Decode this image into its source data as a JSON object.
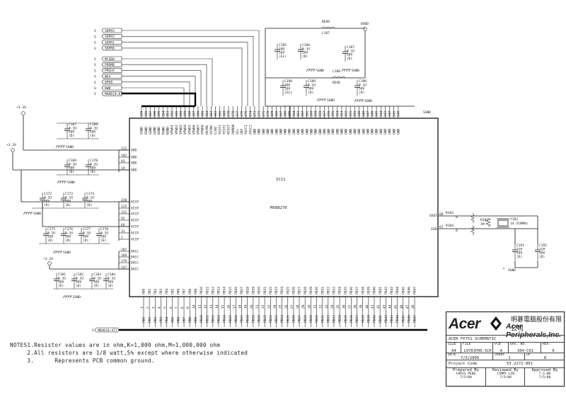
{
  "chip": {
    "ref": "IC11",
    "part": "MX88270",
    "top_pins": [
      {
        "num": "199",
        "name": "VGND"
      },
      {
        "num": "200",
        "name": "RGND"
      },
      {
        "num": "197",
        "name": "GGND"
      },
      {
        "num": "196",
        "name": "GGND"
      },
      {
        "num": "195",
        "name": "BGND"
      },
      {
        "num": "194",
        "name": "RGND"
      },
      {
        "num": "193",
        "name": "BGND"
      },
      {
        "num": "192",
        "name": "VPWD1"
      },
      {
        "num": "191",
        "name": "VPWD2"
      },
      {
        "num": "190",
        "name": "VPWD3"
      },
      {
        "num": "189",
        "name": "VPWD4"
      },
      {
        "num": "188",
        "name": "VPWD5"
      },
      {
        "num": "187",
        "name": "VPWD6"
      },
      {
        "num": "186",
        "name": "VPWD7"
      },
      {
        "num": "185",
        "name": "VPWD8"
      },
      {
        "num": "184",
        "name": "HSYNC"
      },
      {
        "num": "183",
        "name": "VSYNC"
      },
      {
        "num": "182",
        "name": "CLKO"
      },
      {
        "num": "181",
        "name": "TEST1"
      },
      {
        "num": "180",
        "name": "TEST2"
      },
      {
        "num": "179",
        "name": "RESET"
      },
      {
        "num": "178",
        "name": "PWRDN"
      },
      {
        "num": "177",
        "name": "SCL"
      },
      {
        "num": "176",
        "name": "SDA"
      },
      {
        "num": "175",
        "name": "AVCC1"
      },
      {
        "num": "174",
        "name": "AVCC2"
      },
      {
        "num": "173",
        "name": "GND"
      },
      {
        "num": "172",
        "name": "GND"
      },
      {
        "num": "171",
        "name": "GND"
      },
      {
        "num": "170",
        "name": "GND"
      },
      {
        "num": "169",
        "name": "GND"
      },
      {
        "num": "168",
        "name": "GND"
      },
      {
        "num": "167",
        "name": "GND"
      },
      {
        "num": "166",
        "name": "GND"
      },
      {
        "num": "165",
        "name": "GND"
      },
      {
        "num": "164",
        "name": "GND"
      },
      {
        "num": "163",
        "name": "GND"
      },
      {
        "num": "162",
        "name": "GND"
      },
      {
        "num": "161",
        "name": "GND"
      },
      {
        "num": "160",
        "name": "GND"
      },
      {
        "num": "159",
        "name": "GND"
      },
      {
        "num": "158",
        "name": "GND"
      },
      {
        "num": "157",
        "name": "GND"
      },
      {
        "num": "156",
        "name": "GND"
      },
      {
        "num": "155",
        "name": "GND"
      },
      {
        "num": "154",
        "name": "GND"
      },
      {
        "num": "153",
        "name": "GND"
      },
      {
        "num": "152",
        "name": "GND"
      },
      {
        "num": "151",
        "name": "GND"
      },
      {
        "num": "150",
        "name": "GND"
      },
      {
        "num": "149",
        "name": "GND"
      },
      {
        "num": "148",
        "name": "GND"
      },
      {
        "num": "147",
        "name": "GND"
      },
      {
        "num": "146",
        "name": "GND"
      },
      {
        "num": "145",
        "name": "GND"
      },
      {
        "num": "144",
        "name": "GND"
      },
      {
        "num": "143",
        "name": "GND"
      },
      {
        "num": "142",
        "name": "GND"
      },
      {
        "num": "141",
        "name": "GND"
      },
      {
        "num": "140",
        "name": "GND"
      }
    ],
    "bottom_pins": [
      {
        "num": "1",
        "name": "PD0"
      },
      {
        "num": "2",
        "name": "PD1"
      },
      {
        "num": "3",
        "name": "PD2"
      },
      {
        "num": "4",
        "name": "PD3"
      },
      {
        "num": "5",
        "name": "PD4"
      },
      {
        "num": "6",
        "name": "PD5"
      },
      {
        "num": "7",
        "name": "PD6"
      },
      {
        "num": "8",
        "name": "PD7"
      },
      {
        "num": "9",
        "name": "PD8"
      },
      {
        "num": "10",
        "name": "PD9"
      },
      {
        "num": "11",
        "name": "PD10"
      },
      {
        "num": "12",
        "name": "PD11"
      },
      {
        "num": "13",
        "name": "PD12"
      },
      {
        "num": "14",
        "name": "PD13"
      },
      {
        "num": "15",
        "name": "PD14"
      },
      {
        "num": "16",
        "name": "PD15"
      },
      {
        "num": "17",
        "name": "PD16"
      },
      {
        "num": "18",
        "name": "PD17"
      },
      {
        "num": "19",
        "name": "PD18"
      },
      {
        "num": "20",
        "name": "PD19"
      },
      {
        "num": "21",
        "name": "PD20"
      },
      {
        "num": "22",
        "name": "PD21"
      },
      {
        "num": "23",
        "name": "PD22"
      },
      {
        "num": "24",
        "name": "PD23"
      },
      {
        "num": "25",
        "name": "PD24"
      },
      {
        "num": "26",
        "name": "PD25"
      },
      {
        "num": "27",
        "name": "PD26"
      },
      {
        "num": "28",
        "name": "PD27"
      },
      {
        "num": "29",
        "name": "PD28"
      },
      {
        "num": "30",
        "name": "PD29"
      },
      {
        "num": "31",
        "name": "PD30"
      },
      {
        "num": "32",
        "name": "PD31"
      },
      {
        "num": "33",
        "name": "PD32"
      },
      {
        "num": "34",
        "name": "PD33"
      },
      {
        "num": "35",
        "name": "PD34"
      },
      {
        "num": "36",
        "name": "PD35"
      },
      {
        "num": "37",
        "name": "PD36"
      },
      {
        "num": "38",
        "name": "PD37"
      },
      {
        "num": "39",
        "name": "PD38"
      },
      {
        "num": "40",
        "name": "PD39"
      },
      {
        "num": "41",
        "name": "PD40"
      },
      {
        "num": "42",
        "name": "PD41"
      },
      {
        "num": "43",
        "name": "PD42"
      },
      {
        "num": "44",
        "name": "PD43"
      },
      {
        "num": "45",
        "name": "PD44"
      },
      {
        "num": "46",
        "name": "PD45"
      },
      {
        "num": "47",
        "name": "PD46"
      },
      {
        "num": "48",
        "name": "PD47"
      }
    ],
    "left_pins": [
      {
        "num": "212",
        "name": "VDD"
      },
      {
        "num": "182",
        "name": "VDD"
      },
      {
        "num": "83",
        "name": "VDD"
      },
      {
        "num": "19",
        "name": "VDD"
      },
      {
        "num": "220",
        "name": "VCCP"
      },
      {
        "num": "125",
        "name": "VCCP"
      },
      {
        "num": "121",
        "name": "VCCP"
      },
      {
        "num": "92",
        "name": "VCCP"
      },
      {
        "num": "64",
        "name": "VCCP"
      },
      {
        "num": "31",
        "name": "VCCP"
      },
      {
        "num": "1",
        "name": "VCCP"
      },
      {
        "num": "207",
        "name": "DVCC"
      },
      {
        "num": "166",
        "name": "DVCC"
      },
      {
        "num": "179",
        "name": "DVCC"
      },
      {
        "num": "147",
        "name": "DVCC"
      }
    ],
    "right_pins": [
      {
        "num": "68",
        "name": "XOUT"
      },
      {
        "num": "67",
        "name": "XIN"
      }
    ]
  },
  "connectors": {
    "top_group": [
      "SDPR3",
      "SDPR2",
      "SDPR1",
      "SDPR0"
    ],
    "mid_group": [
      "MCSB0",
      "PROMB",
      "PROLK",
      "WE4",
      "OPEB",
      "RWB",
      "MADB[0:8]"
    ],
    "bottom_bus": "MDAB[0:47]",
    "suffix": "S"
  },
  "power": {
    "rail_33": "+3.3V",
    "rail_33b": "+3.3V",
    "rail_33c": "+3.3V",
    "rail_vdd": "DVDD",
    "gnd": "SGND"
  },
  "caps_row1": [
    {
      "ref": "C167",
      "lines": [
        "0.1U",
        "50V",
        "(D)"
      ]
    },
    {
      "ref": "C168",
      "lines": [
        "0.1U",
        "50V",
        "(D)"
      ]
    }
  ],
  "caps_row2": [
    {
      "ref": "C169",
      "lines": [
        "0.1U",
        "50V",
        "(D)"
      ]
    },
    {
      "ref": "C170",
      "lines": [
        "0.1U",
        "50V",
        "(D)"
      ]
    }
  ],
  "caps_row3": [
    {
      "ref": "C172",
      "lines": [
        "0.1U",
        "50V",
        "(D)"
      ]
    },
    {
      "ref": "C173",
      "lines": [
        "0.1U",
        "50V",
        "(D)"
      ]
    },
    {
      "ref": "C174",
      "lines": [
        "0.1U",
        "50V",
        "(D)"
      ]
    }
  ],
  "caps_row4": [
    {
      "ref": "C175",
      "lines": [
        "0.1U",
        "50V",
        "(D)"
      ]
    },
    {
      "ref": "C176",
      "lines": [
        "0.1U",
        "50V",
        "(D)"
      ]
    },
    {
      "ref": "C177",
      "lines": [
        "0.1U",
        "50V",
        "(D)"
      ]
    },
    {
      "ref": "C178",
      "lines": [
        "0.1U",
        "50V",
        "(D)"
      ]
    }
  ],
  "caps_row5": [
    {
      "ref": "C181",
      "lines": [
        "0.1U",
        "50V",
        "(D)"
      ]
    },
    {
      "ref": "C182",
      "lines": [
        "0.1U",
        "50V",
        "(D)"
      ]
    },
    {
      "ref": "C183",
      "lines": [
        "0.1U",
        "50V",
        "(D)"
      ]
    },
    {
      "ref": "C184",
      "lines": [
        "0.1U",
        "50V",
        "(D)"
      ]
    }
  ],
  "top_parts": {
    "c185": {
      "ref": "C185",
      "lines": [
        "10U",
        "16V",
        "(EL)"
      ]
    },
    "c186": {
      "ref": "C186",
      "lines": [
        "0.1U",
        "50V",
        "(D)"
      ]
    },
    "bead1": {
      "ref": "BEAD",
      "val": "L107"
    },
    "c187": {
      "ref": "C187",
      "lines": [
        "0.1U",
        "50V",
        "(D)"
      ]
    },
    "c188": {
      "ref": "C188",
      "lines": [
        "10U",
        "16V",
        "(EL)"
      ]
    },
    "c189": {
      "ref": "C189",
      "lines": [
        "0.1U",
        "50V",
        "(D)"
      ]
    },
    "bead2": {
      "ref": "L108",
      "val": "BEAD"
    },
    "c190": {
      "ref": "C190",
      "lines": [
        "0.1U",
        "50V",
        "(D)"
      ]
    }
  },
  "xtal": {
    "r1": {
      "ref": "R103",
      "val": "0"
    },
    "r2": {
      "ref": "R104",
      "val": "0"
    },
    "r3": {
      "ref": "R105",
      "val": "1M"
    },
    "y": {
      "ref": "Y102",
      "val": "14.318MHz"
    },
    "c1": {
      "ref": "C191",
      "lines": [
        "22P",
        "50V",
        "(D)"
      ]
    },
    "c2": {
      "ref": "C192",
      "lines": [
        "22P",
        "50V",
        "(D)"
      ]
    },
    "xout": "XOUT",
    "xin": "XIN"
  },
  "notes": {
    "title": "NOTES",
    "n1": "1.Resistor values are in ohm,K=1,000 ohm,M=1,000,000 ohm",
    "n2": "2.All resistors are 1/8 watt,5% except where otherwise indicated",
    "n3": "3.      Represents PCB common ground."
  },
  "titleblock": {
    "brand": "Acer",
    "company_cn": "明碁電腦股份有限公司",
    "company_en": "Acer Peripherals,Inc.",
    "title": "ACER  FP751 SCHEMATIC",
    "size_label": "SIZE",
    "size": "A4",
    "file_label": "FILE",
    "file": "L070JP00.SCH",
    "pcb_label": "PCB",
    "pcb": "A",
    "docno_label": "Doc. No.",
    "docno": "304-C01",
    "rev_label": "REV.",
    "rev": "0",
    "date_label": "DATE",
    "date": "7/5/2000",
    "sheet_label": "Sheet",
    "sheet": "1",
    "of_label": "OF",
    "of": "8",
    "project_label": "Project Code",
    "project": "55.2272.001",
    "prepared_label": "Prepared By",
    "prepared": "CHRIS PENG",
    "prepared_date": "7/5/00",
    "reviewed_label": "Reviewed By",
    "reviewed": "JIMMY LIN",
    "reviewed_date": "7/5/00",
    "approved_label": "Approved By",
    "approved": "T.S.WU",
    "approved_date": "7/5/00"
  }
}
